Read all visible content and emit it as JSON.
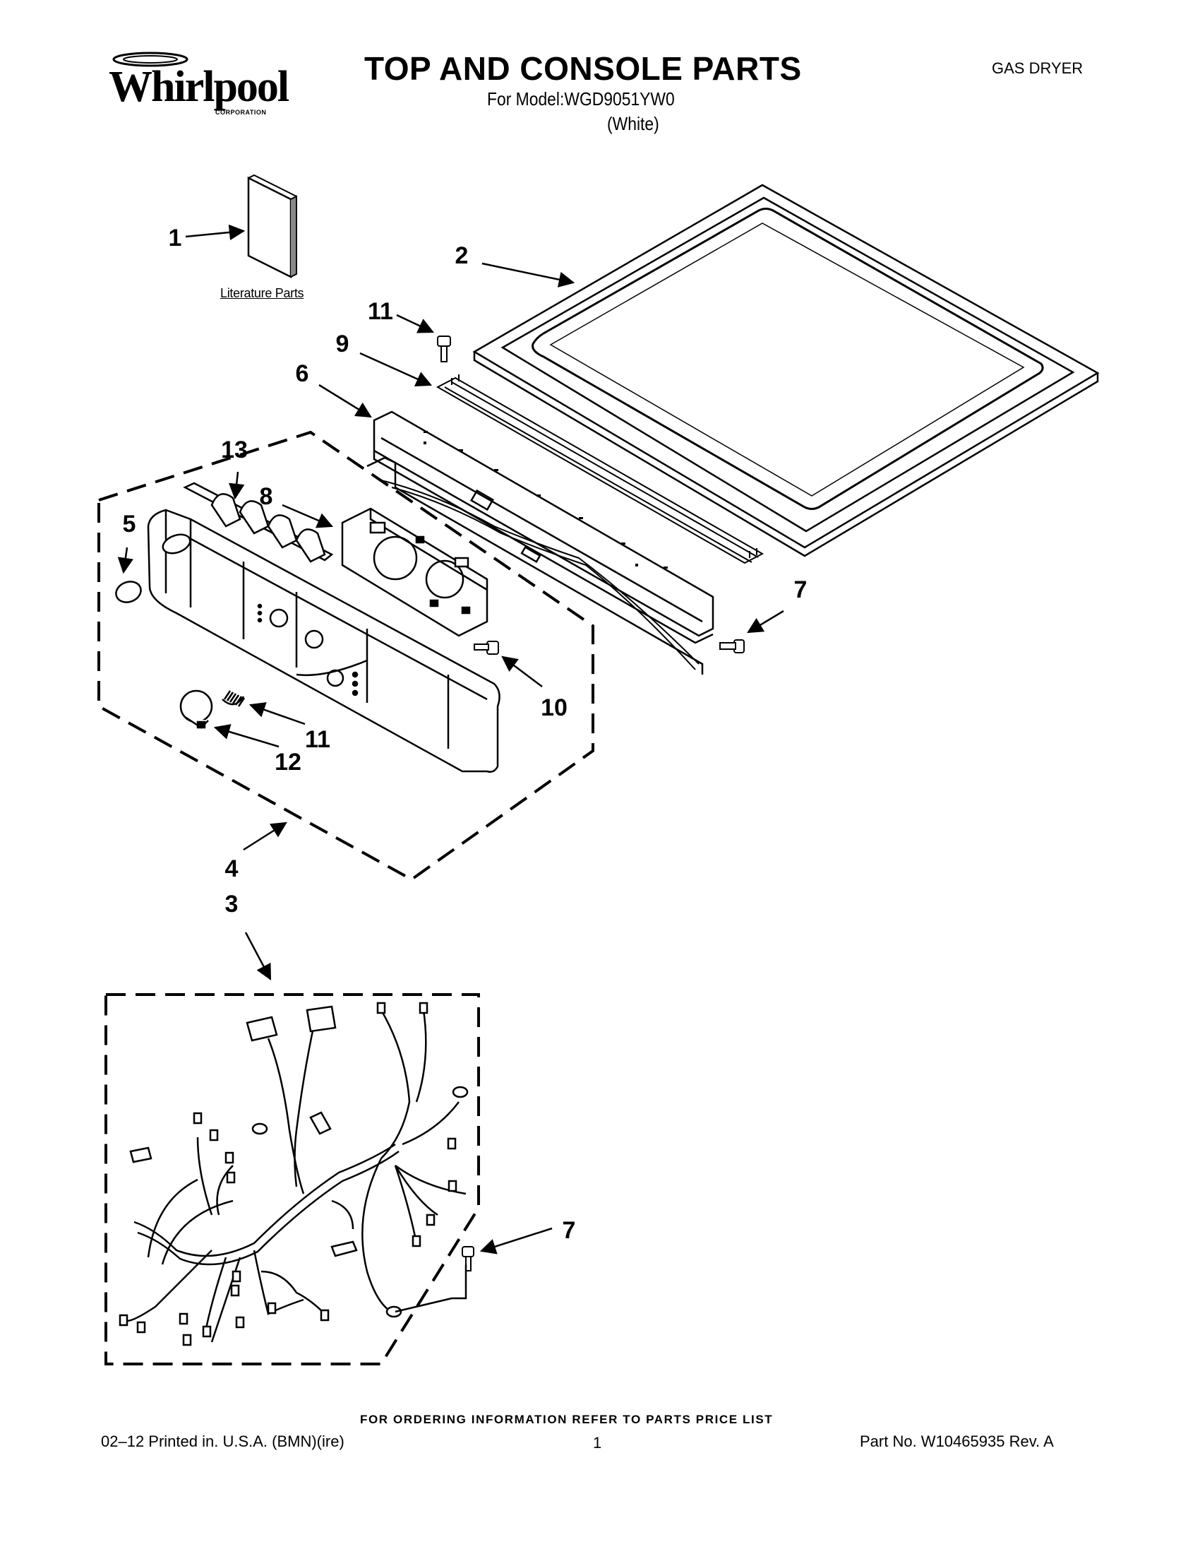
{
  "header": {
    "brand_word": "Whirlpool",
    "brand_corp": "CORPORATION",
    "title": "TOP AND CONSOLE PARTS",
    "model_line": "For Model:WGD9051YW0",
    "color_line": "(White)",
    "product_type": "GAS DRYER"
  },
  "diagram": {
    "literature_label": "Literature Parts",
    "callouts": {
      "c1": "1",
      "c2": "2",
      "c11_top": "11",
      "c9": "9",
      "c6": "6",
      "c13": "13",
      "c8": "8",
      "c5": "5",
      "c7_top": "7",
      "c10": "10",
      "c11_mid": "11",
      "c12": "12",
      "c4": "4",
      "c3": "3",
      "c7_bottom": "7"
    },
    "icons": {
      "literature": "literature-booklet-icon",
      "top_panel": "dryer-top-panel",
      "console": "control-console",
      "wire_harness": "wire-harness"
    }
  },
  "footer": {
    "ordering_note": "FOR ORDERING INFORMATION REFER TO PARTS PRICE LIST",
    "printed": "02–12  Printed in. U.S.A. (BMN)(ire)",
    "page_number": "1",
    "part_number": "Part No. W10465935 Rev. A"
  }
}
